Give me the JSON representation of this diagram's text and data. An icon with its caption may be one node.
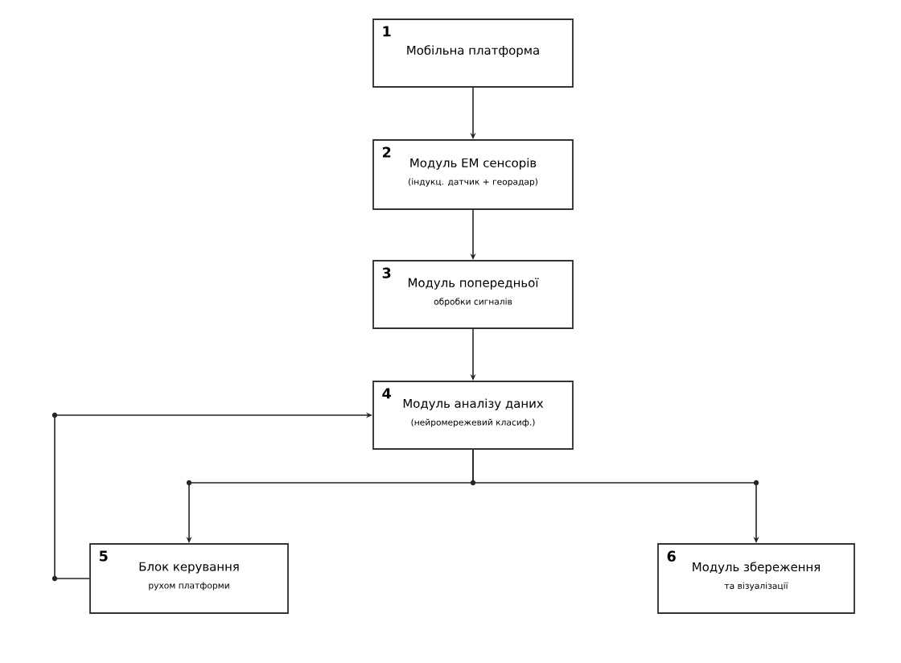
{
  "diagram": {
    "nodes": [
      {
        "text": [
          "1",
          "Мобільна платформа"
        ]
      },
      {
        "text": [
          "2",
          "Модуль ЕМ сенсорів",
          "(індукц. датчик + георадар)"
        ]
      },
      {
        "text": [
          "3",
          "Модуль попередньої",
          "обробки сигналів"
        ]
      },
      {
        "text": [
          "4",
          "Модуль аналізу даних",
          "(нейромережевий класиф.)"
        ]
      },
      {
        "text": [
          "5",
          "Блок керування",
          "рухом платформи"
        ]
      },
      {
        "text": [
          "6",
          "Модуль збереження",
          "та візуалізації"
        ]
      }
    ],
    "edges": [
      {
        "from": 0,
        "to": 1,
        "arrow": "to"
      },
      {
        "from": 1,
        "to": 2,
        "arrow": "to"
      },
      {
        "from": 2,
        "to": 3,
        "arrow": "to"
      },
      {
        "from": 3,
        "to": 4,
        "arrow": "to"
      },
      {
        "from": 3,
        "to": 5,
        "arrow": "to"
      },
      {
        "from": 4,
        "to": 3,
        "arrow": "to"
      }
    ]
  }
}
